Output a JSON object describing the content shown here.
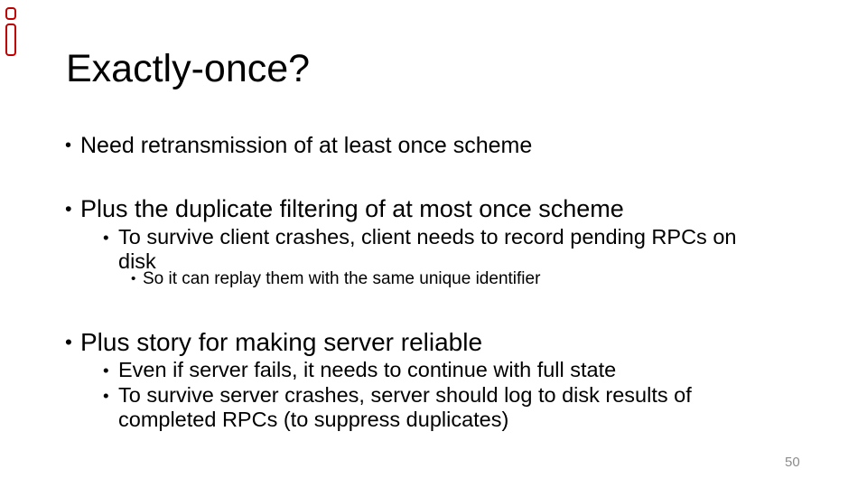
{
  "slide": {
    "title": "Exactly-once?",
    "bullet_char": "•",
    "page_number": "50",
    "accent_color": "#c00000",
    "text_color": "#000000",
    "page_number_color": "#8c8c8c",
    "bullets": [
      {
        "level": 1,
        "text": "Need retransmission of at least once scheme"
      },
      {
        "level": 1,
        "text": "Plus the duplicate filtering of at most once scheme"
      },
      {
        "level": 2,
        "text": "To survive client crashes, client needs to record pending RPCs on disk"
      },
      {
        "level": 3,
        "text": "So it can replay them with the same unique identifier"
      },
      {
        "level": 1,
        "text": "Plus story for making server reliable"
      },
      {
        "level": 2,
        "text": "Even if server fails, it needs to continue with full state"
      },
      {
        "level": 2,
        "text": "To survive server crashes, server should log to disk results of completed RPCs (to suppress duplicates)"
      }
    ]
  }
}
